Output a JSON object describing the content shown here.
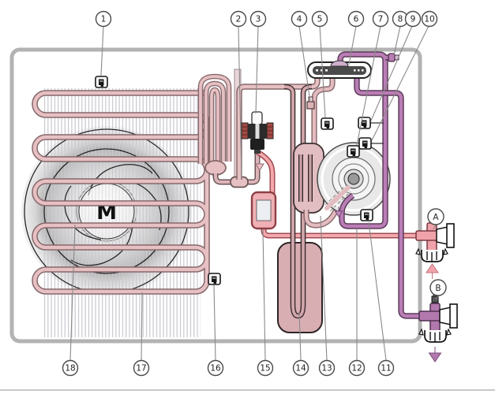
{
  "diagram": {
    "kind": "refrigerant-circuit-schematic",
    "fan_motor_label": "M",
    "callouts": [
      {
        "num": "1"
      },
      {
        "num": "2"
      },
      {
        "num": "3"
      },
      {
        "num": "4"
      },
      {
        "num": "5"
      },
      {
        "num": "6"
      },
      {
        "num": "7"
      },
      {
        "num": "8"
      },
      {
        "num": "9"
      },
      {
        "num": "10"
      },
      {
        "num": "11"
      },
      {
        "num": "12"
      },
      {
        "num": "13"
      },
      {
        "num": "14"
      },
      {
        "num": "15"
      },
      {
        "num": "16"
      },
      {
        "num": "17"
      },
      {
        "num": "18"
      }
    ],
    "service_ports": [
      {
        "label": "A"
      },
      {
        "label": "B"
      }
    ],
    "colors": {
      "casing_border": "#b3b3b3",
      "coil_pipe_fill": "#e6c0c3",
      "coil_pipe_outline": "#86686b",
      "liquid_pipe_fill": "#f2a8ad",
      "liquid_pipe_outline": "#a04a50",
      "gas_pipe_fill": "#ba7db5",
      "gas_pipe_outline": "#5d3c5a",
      "tank_fill": "#d8aeb3",
      "valve_a_fill": "#f0a2aa",
      "valve_b_fill": "#b279ae",
      "fin_color": "#c9c9d0"
    }
  }
}
